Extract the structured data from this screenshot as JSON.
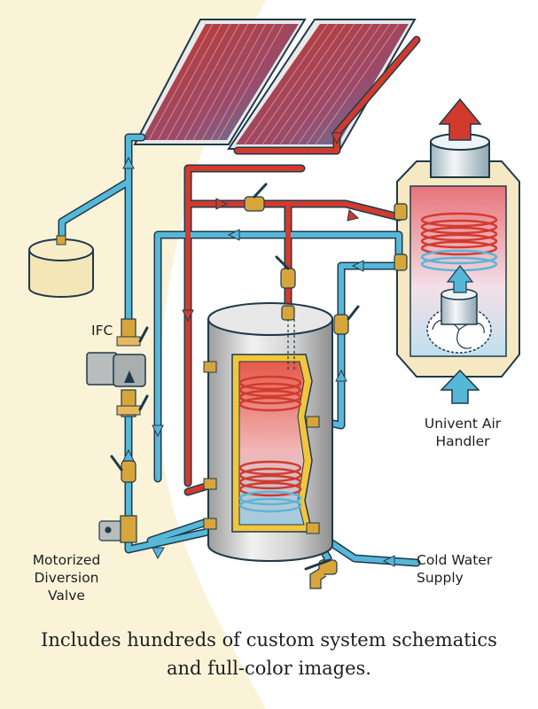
{
  "labels": {
    "ifc": "IFC",
    "motorized_valve": [
      "Motorized",
      "Diversion",
      "Valve"
    ],
    "air_handler": [
      "Univent Air",
      "Handler"
    ],
    "cold_water": [
      "Cold Water",
      "Supply"
    ]
  },
  "caption": {
    "line1": "Includes hundreds of custom system schematics",
    "line2": "and full-color images."
  },
  "colors": {
    "background_tint": "#fbf3d8",
    "hot_pipe": "#d23a2e",
    "cold_pipe": "#56b7d8",
    "pipe_outline": "#1e3a4a",
    "tank_shell": "#d8d8d8",
    "tank_insulation": "#f1c63f",
    "brass": "#d8a53b",
    "expansion_tank": "#f5e6b8"
  },
  "icons": [
    "solar-collector",
    "expansion-tank",
    "circulator-pump",
    "storage-tank",
    "heat-exchanger-coil",
    "fan",
    "ball-valve",
    "hose-bib",
    "flow-arrow"
  ]
}
